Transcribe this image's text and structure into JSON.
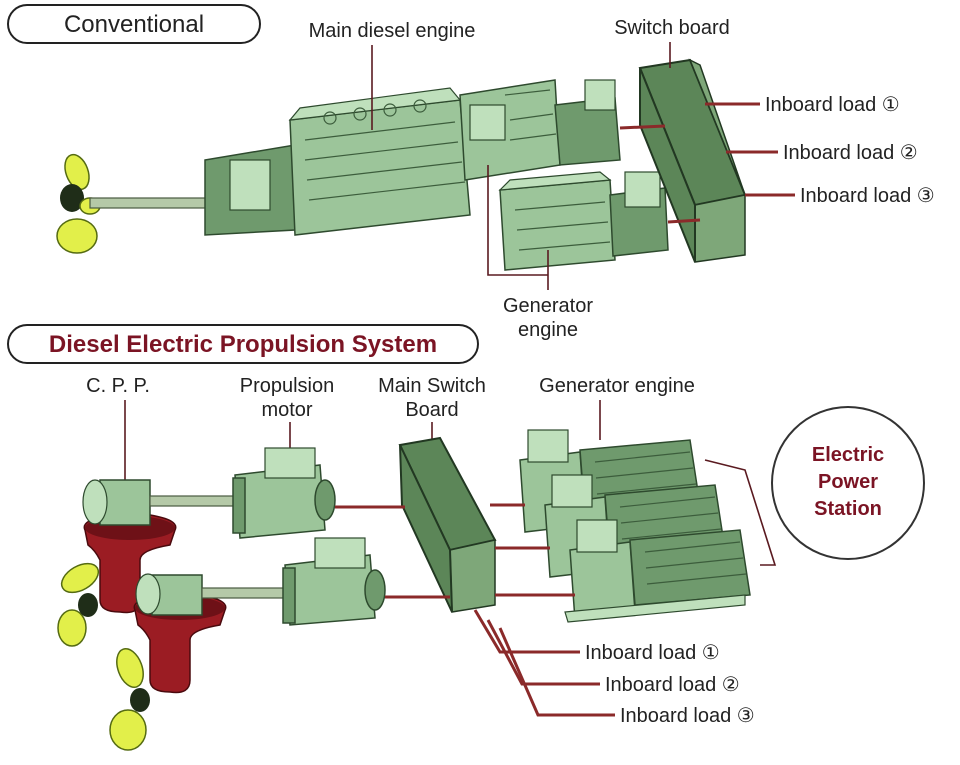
{
  "conventional": {
    "title": "Conventional",
    "main_engine_label": "Main diesel engine",
    "switch_board_label": "Switch board",
    "generator_label_line1": "Generator",
    "generator_label_line2": "engine",
    "loads": [
      "Inboard load ①",
      "Inboard load ②",
      "Inboard load ③"
    ]
  },
  "diesel_electric": {
    "title": "Diesel Electric Propulsion System",
    "cpp_label": "C. P. P.",
    "motor_label_line1": "Propulsion",
    "motor_label_line2": "motor",
    "switch_label_line1": "Main Switch",
    "switch_label_line2": "Board",
    "generator_label": "Generator engine",
    "station_line1": "Electric",
    "station_line2": "Power",
    "station_line3": "Station",
    "loads": [
      "Inboard load ①",
      "Inboard load ②",
      "Inboard load ③"
    ]
  },
  "colors": {
    "machinery": "#9cc59a",
    "wires": "#8b2a2a",
    "pods": "#9b1c23",
    "propeller": "#e2ef4a",
    "accent_text": "#7b1424"
  }
}
